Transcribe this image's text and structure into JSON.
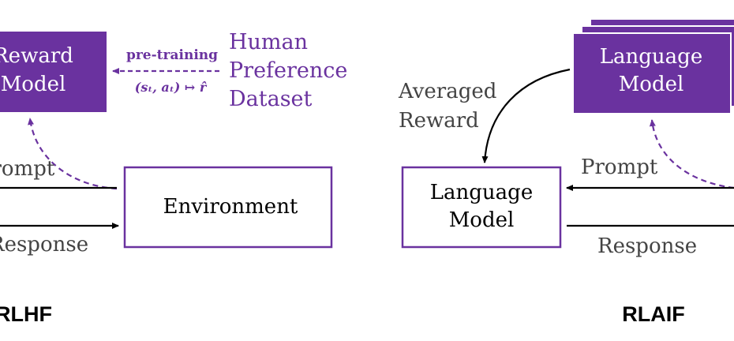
{
  "colors": {
    "purple": "#6a329f",
    "box_border": "#6a329f",
    "arrow_black": "#000000",
    "text_gray": "#444444",
    "white": "#ffffff"
  },
  "rlhf": {
    "reward_model": {
      "line1": "Reward",
      "line2": "Model"
    },
    "pretraining_label": "pre-training",
    "mapping_label": "(sₜ, aₜ) ↦ r̂",
    "dataset": {
      "line1": "Human",
      "line2": "Preference",
      "line3": "Dataset"
    },
    "prompt": "Prompt",
    "response": "Response",
    "environment": "Environment",
    "caption": "RLHF"
  },
  "rlaif": {
    "top_model": {
      "line1": "Language",
      "line2": "Model"
    },
    "averaged_reward": {
      "line1": "Averaged",
      "line2": "Reward"
    },
    "env_model": {
      "line1": "Language",
      "line2": "Model"
    },
    "prompt": "Prompt",
    "response": "Response",
    "caption": "RLAIF"
  }
}
